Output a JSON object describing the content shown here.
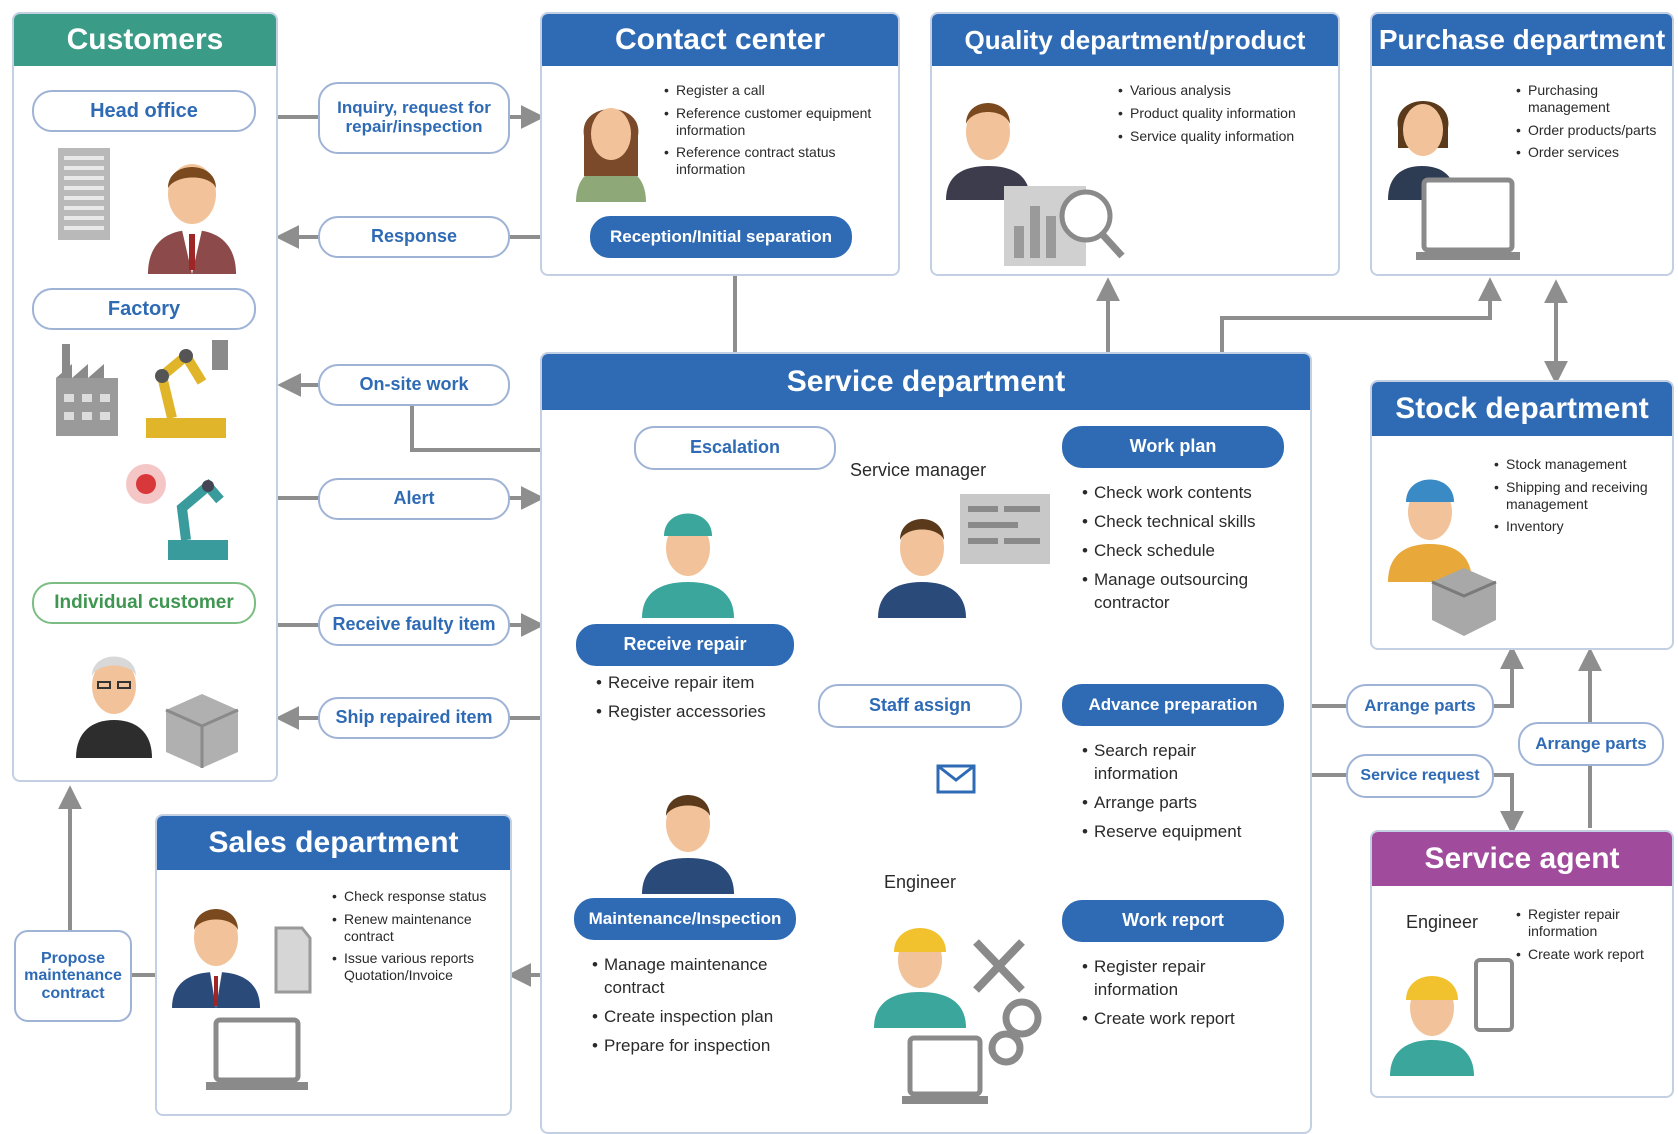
{
  "colors": {
    "blue": "#2f6bb5",
    "teal": "#3a9b86",
    "purple": "#a04b9c",
    "connector": "#8e8e8e"
  },
  "customers": {
    "title": "Customers",
    "head_office": "Head office",
    "factory": "Factory",
    "individual": "Individual customer"
  },
  "flows": {
    "inquiry": "Inquiry, request for repair/inspection",
    "response": "Response",
    "onsite": "On-site work",
    "alert": "Alert",
    "receive_faulty": "Receive faulty item",
    "ship_repaired": "Ship repaired item",
    "propose": "Propose maintenance contract"
  },
  "contact_center": {
    "title": "Contact center",
    "items": [
      "Register a call",
      "Reference customer equipment information",
      "Reference contract status information"
    ],
    "badge": "Reception/Initial separation"
  },
  "quality": {
    "title": "Quality department/product development",
    "items": [
      "Various analysis",
      "Product quality information",
      "Service quality information"
    ]
  },
  "purchase": {
    "title": "Purchase department",
    "items": [
      "Purchasing management",
      "Order products/parts",
      "Order services"
    ]
  },
  "service": {
    "title": "Service department",
    "escalation": "Escalation",
    "service_manager": "Service manager",
    "receive_repair": "Receive repair",
    "receive_repair_items": [
      "Receive repair item",
      "Register accessories"
    ],
    "maintenance": "Maintenance/Inspection",
    "maintenance_items": [
      "Manage maintenance contract",
      "Create inspection plan",
      "Prepare for inspection"
    ],
    "staff_assign": "Staff assign",
    "engineer": "Engineer",
    "work_plan": "Work plan",
    "work_plan_items": [
      "Check work contents",
      "Check technical skills",
      "Check schedule",
      "Manage outsourcing contractor"
    ],
    "advance": "Advance preparation",
    "advance_items": [
      "Search repair information",
      "Arrange parts",
      "Reserve equipment"
    ],
    "work_report": "Work report",
    "work_report_items": [
      "Register repair information",
      "Create work report"
    ]
  },
  "stock": {
    "title": "Stock department",
    "items": [
      "Stock management",
      "Shipping and receiving management",
      "Inventory"
    ]
  },
  "arrange_parts_1": "Arrange parts",
  "arrange_parts_2": "Arrange parts",
  "service_request": "Service request",
  "agent": {
    "title": "Service agent",
    "engineer": "Engineer",
    "items": [
      "Register repair information",
      "Create work report"
    ]
  },
  "sales": {
    "title": "Sales department",
    "items": [
      "Check response status",
      "Renew maintenance contract",
      "Issue various reports Quotation/Invoice"
    ]
  }
}
